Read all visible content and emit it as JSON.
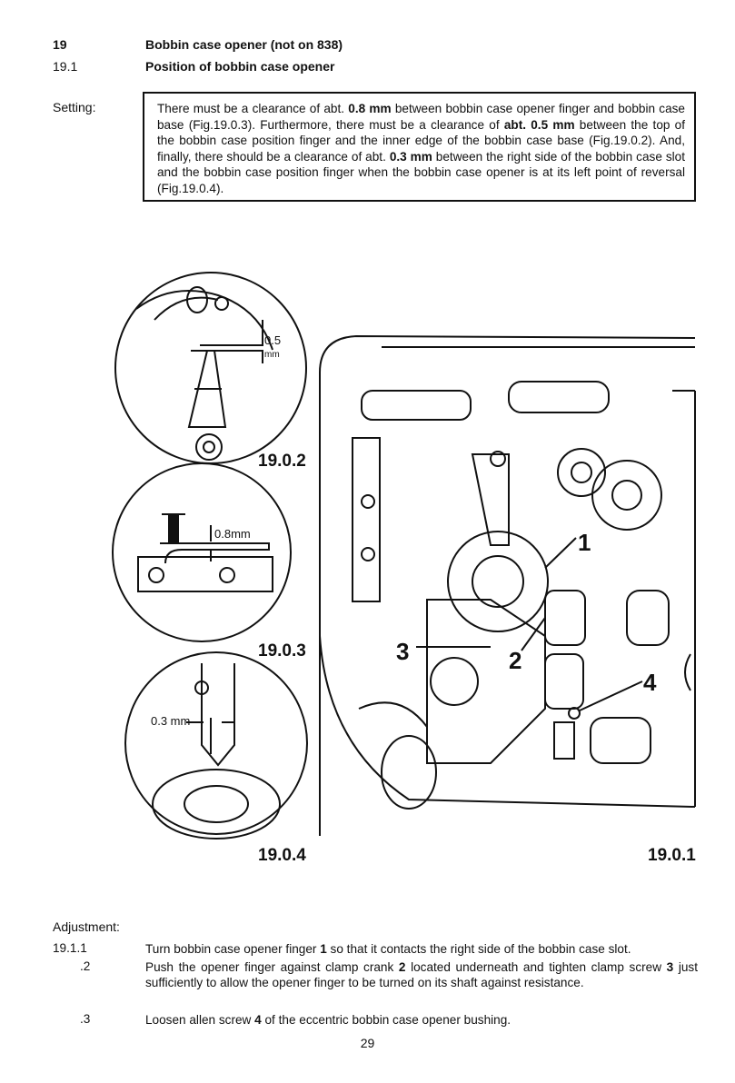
{
  "heading": {
    "num1": "19",
    "title1": "Bobbin case opener (not on 838)",
    "num2": "19.1",
    "title2": "Position of bobbin case opener"
  },
  "setting": {
    "label": "Setting:",
    "p1": "There must be a clearance of abt. ",
    "b1": "0.8 mm",
    "p2": " between bobbin case opener finger and bobbin case base (Fig.19.0.3). Furthermore, there must be a clearance of ",
    "b2": "abt. 0.5 mm",
    "p3": " between the top of the bobbin case position finger and the inner edge of the bobbin case base (Fig.19.0.2). And, finally, there should be a clearance of abt. ",
    "b3": "0.3 mm",
    "p4": " between the right side of the bobbin case slot and the bobbin case position finger when the bobbin case opener is at its left point of reversal (Fig.19.0.4)."
  },
  "figures": {
    "fig2": "19.0.2",
    "fig3": "19.0.3",
    "fig4": "19.0.4",
    "fig1": "19.0.1",
    "dim_05": "0.5",
    "dim_05_unit": "mm",
    "dim_08": "0.8mm",
    "dim_03": "0.3 mm",
    "callout1": "1",
    "callout2": "2",
    "callout3": "3",
    "callout4": "4"
  },
  "adjustment": {
    "label": "Adjustment:",
    "s1_num": "19.1.1",
    "s1_a": "Turn bobbin case opener finger ",
    "s1_b": "1",
    "s1_c": " so that it contacts the right side of the bobbin case slot.",
    "s2_num": ".2",
    "s2_a": "Push the opener finger against clamp crank ",
    "s2_b": "2",
    "s2_c": " located underneath and tighten clamp screw ",
    "s2_d": "3",
    "s2_e": " just sufficiently to allow the opener finger to be turned on its shaft against resistance.",
    "s3_num": ".3",
    "s3_a": "Loosen allen screw ",
    "s3_b": "4",
    "s3_c": " of the eccentric bobbin case opener bushing."
  },
  "page_number": "29"
}
